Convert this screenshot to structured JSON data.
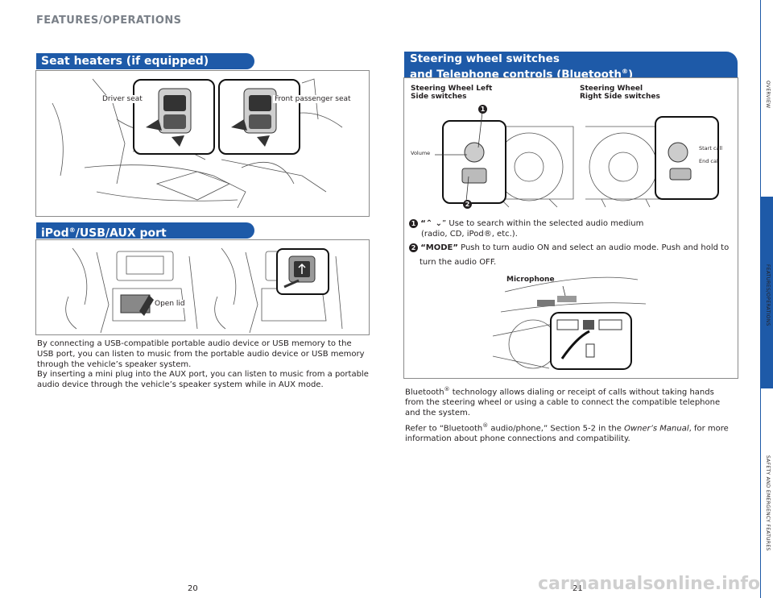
{
  "header": {
    "title": "FEATURES/OPERATIONS"
  },
  "seat_heaters": {
    "title": "Seat heaters (if equipped)",
    "driver_label": "Driver seat",
    "passenger_label": "Front passenger seat"
  },
  "ipod": {
    "title_a": "iPod",
    "title_b": "/USB/AUX port",
    "reg": "®",
    "open_lid": "Open lid",
    "para1": "By connecting a USB-compatible portable audio device or USB memory to the USB port, you can listen to music from the portable audio device or USB memory through the vehicle’s speaker system.",
    "para2": "By inserting a mini plug into the AUX port, you can listen to music from a portable audio device through the vehicle’s speaker system while in AUX mode."
  },
  "steering": {
    "title_line1": "Steering wheel switches",
    "title_line2a": "and Telephone controls (Bluetooth",
    "title_line2b": ")",
    "reg": "®",
    "left_label": "Steering Wheel Left\nSide switches",
    "right_label": "Steering Wheel\nRight Side switches",
    "volume": "Volume",
    "start_call": "Start call",
    "end_call": "End call",
    "item1_num": "1",
    "item1_text_a": "“",
    "item1_arrows": "⌃  ⌄",
    "item1_text_b": "” Use to search within the selected audio medium",
    "item1_text_c": "(radio, CD, iPod®, etc.).",
    "item2_num": "2",
    "item2_key": "“MODE”",
    "item2_text": " Push to turn audio ON and select an audio mode. Push and hold to",
    "item2_text_c": "turn the audio OFF.",
    "microphone": "Microphone",
    "para1a": "Bluetooth",
    "para1b": " technology allows dialing or receipt of calls without taking hands from the steering wheel or using a cable to connect the compatible telephone and the system.",
    "para2a": "Refer to “Bluetooth",
    "para2b": " audio/phone,” Section 5-2 in the ",
    "para2c": "Owner’s Manual",
    "para2d": ", for more information about phone connections and compatibility."
  },
  "sidebar": {
    "tab1": "OVERVIEW",
    "tab2": "FEATURES/OPERATIONS",
    "tab3": "SAFETY AND EMERGENCY FEATURES"
  },
  "footer": {
    "page_left": "20",
    "page_right": "21",
    "watermark": "carmanualsonline.info"
  },
  "colors": {
    "accent": "#1e5aa8",
    "text": "#231f20",
    "header_gray": "#7a8088"
  }
}
